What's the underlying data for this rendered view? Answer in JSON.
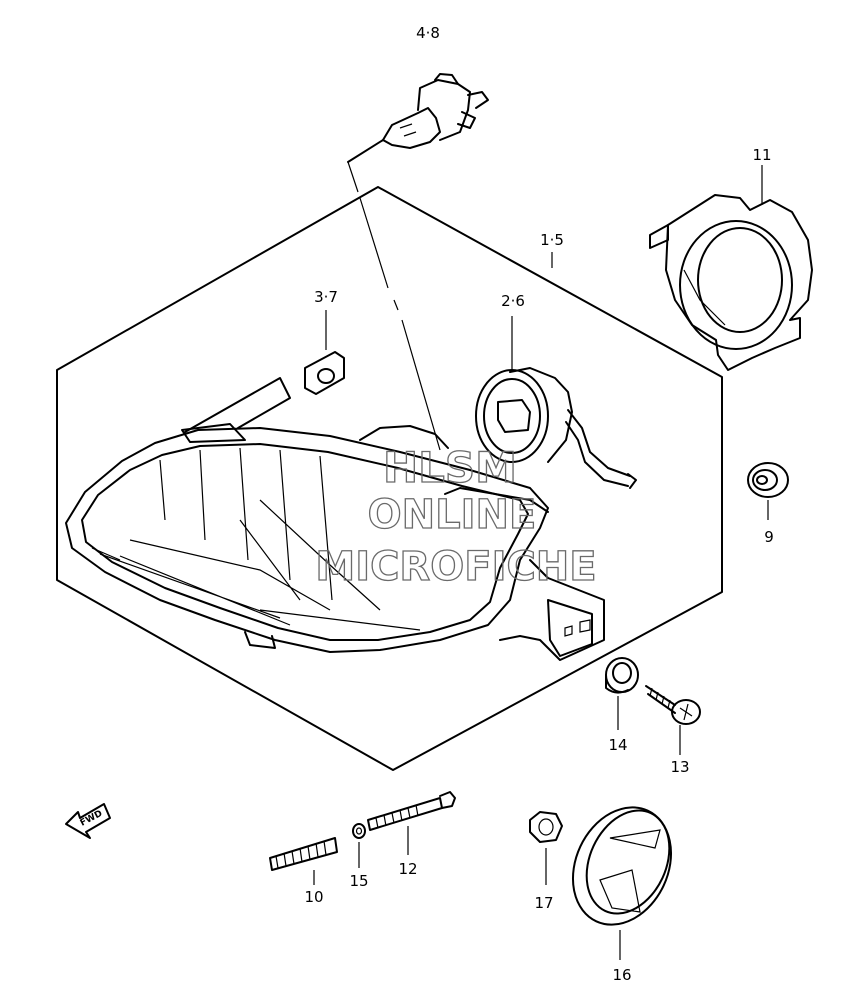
{
  "labels": {
    "bulb": "4·8",
    "housing": "1·5",
    "cover": "11",
    "socket": "2·6",
    "clip": "3·7",
    "grommet_9": "9",
    "grommet_14": "14",
    "screw_13": "13",
    "screw_12": "12",
    "washer_15": "15",
    "spring_10": "10",
    "nut_17": "17",
    "reflector_16": "16"
  },
  "fwd_label": "FWD",
  "watermark": [
    "HLSM",
    "ONLINE",
    "MICROFICHE"
  ],
  "colors": {
    "line": "#000000",
    "watermark": "#6a6a6a",
    "background": "#ffffff"
  }
}
